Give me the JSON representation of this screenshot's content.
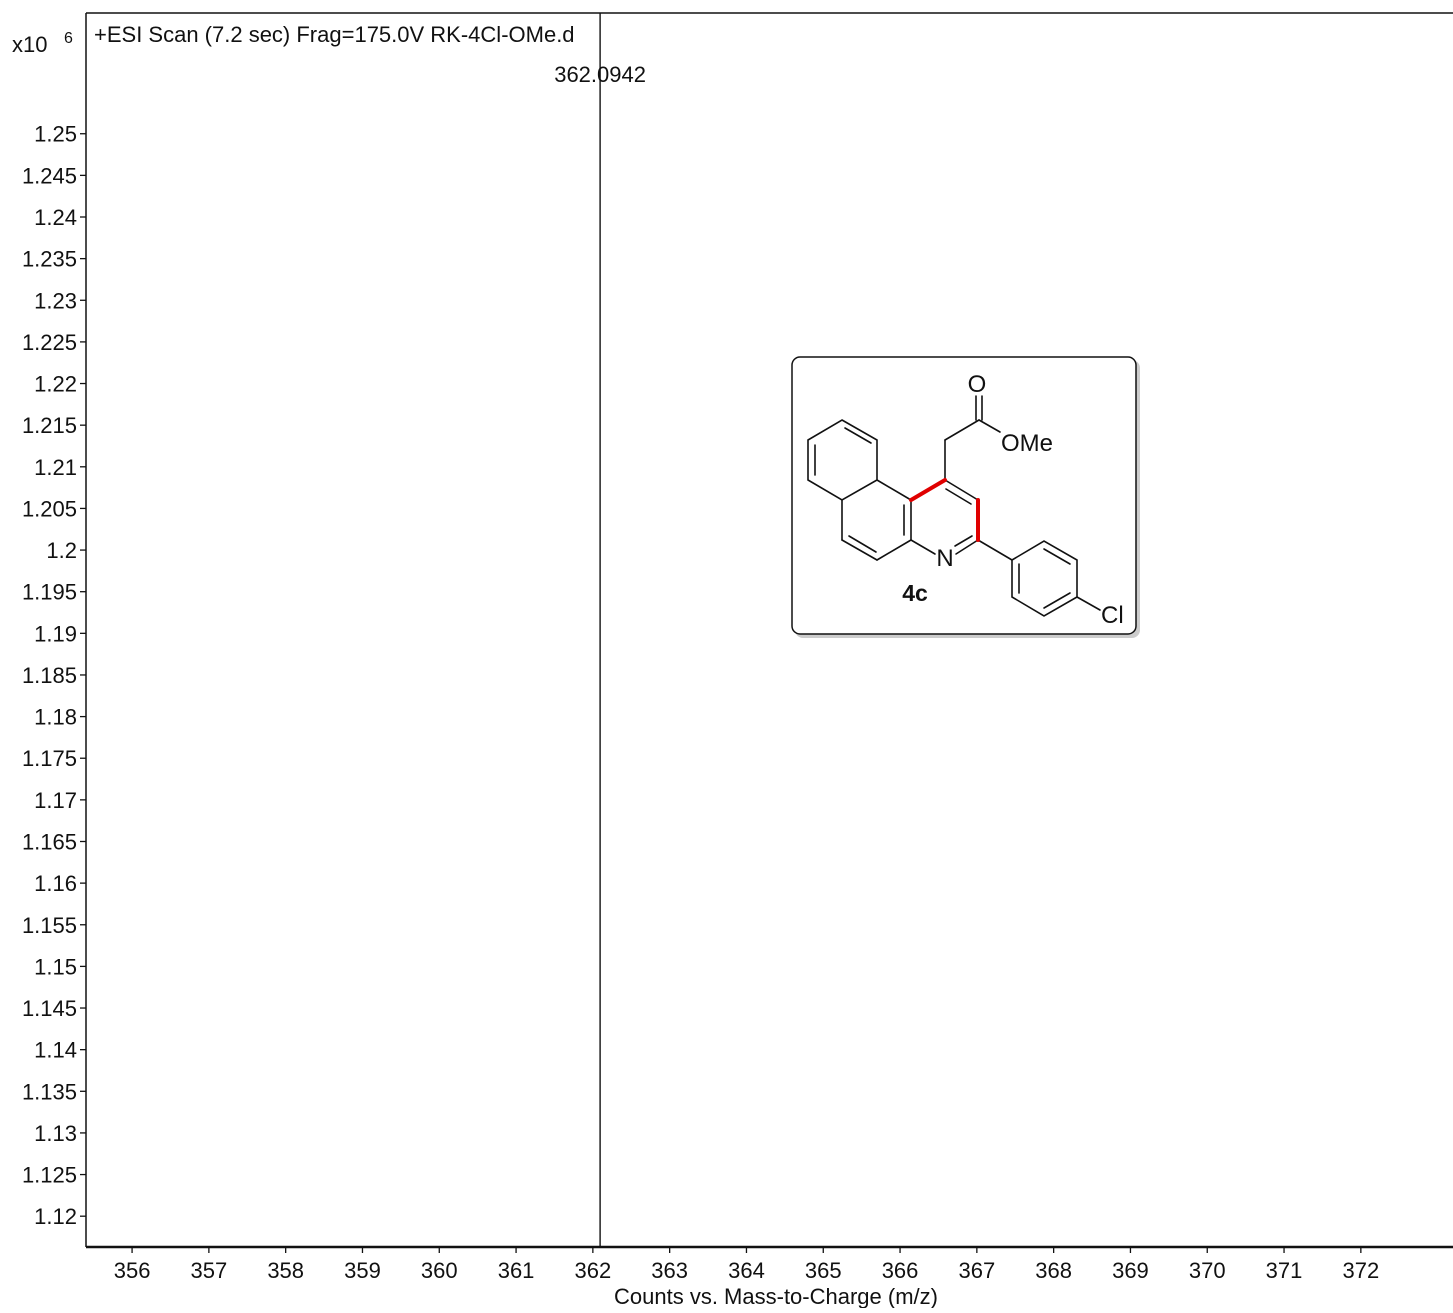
{
  "chart_data": {
    "type": "line",
    "title": "+ESI Scan (7.2 sec) Frag=175.0V RK-4Cl-OMe.d",
    "xlabel": "Counts vs. Mass-to-Charge (m/z)",
    "ylabel": "",
    "y_multiplier": "x10",
    "y_exponent": "6",
    "xlim": [
      355.4,
      373.2
    ],
    "ylim": [
      1.1163,
      1.2645
    ],
    "x_ticks": [
      356,
      357,
      358,
      359,
      360,
      361,
      362,
      363,
      364,
      365,
      366,
      367,
      368,
      369,
      370,
      371,
      372
    ],
    "x_tick_labels": [
      "356",
      "357",
      "358",
      "359",
      "360",
      "361",
      "362",
      "363",
      "364",
      "365",
      "366",
      "367",
      "368",
      "369",
      "370",
      "371",
      "372"
    ],
    "y_ticks": [
      1.12,
      1.125,
      1.13,
      1.135,
      1.14,
      1.145,
      1.15,
      1.155,
      1.16,
      1.165,
      1.17,
      1.175,
      1.18,
      1.185,
      1.19,
      1.195,
      1.2,
      1.205,
      1.21,
      1.215,
      1.22,
      1.225,
      1.23,
      1.235,
      1.24,
      1.245,
      1.25
    ],
    "y_tick_labels": [
      "1.12",
      "1.125",
      "1.13",
      "1.135",
      "1.14",
      "1.145",
      "1.15",
      "1.155",
      "1.16",
      "1.165",
      "1.17",
      "1.175",
      "1.18",
      "1.185",
      "1.19",
      "1.195",
      "1.2",
      "1.205",
      "1.21",
      "1.215",
      "1.22",
      "1.225",
      "1.23",
      "1.235",
      "1.24",
      "1.245",
      "1.25"
    ],
    "grid": false,
    "legend": "none",
    "peaks": [
      {
        "x": 362.0942,
        "y_top": 1.2645,
        "label": "362.0942"
      }
    ],
    "annotations": {
      "inset": "chemical structure",
      "compound_id": "4c",
      "atom_labels": [
        "O",
        "OMe",
        "N",
        "Cl"
      ],
      "highlight_color": "#e00000"
    }
  }
}
